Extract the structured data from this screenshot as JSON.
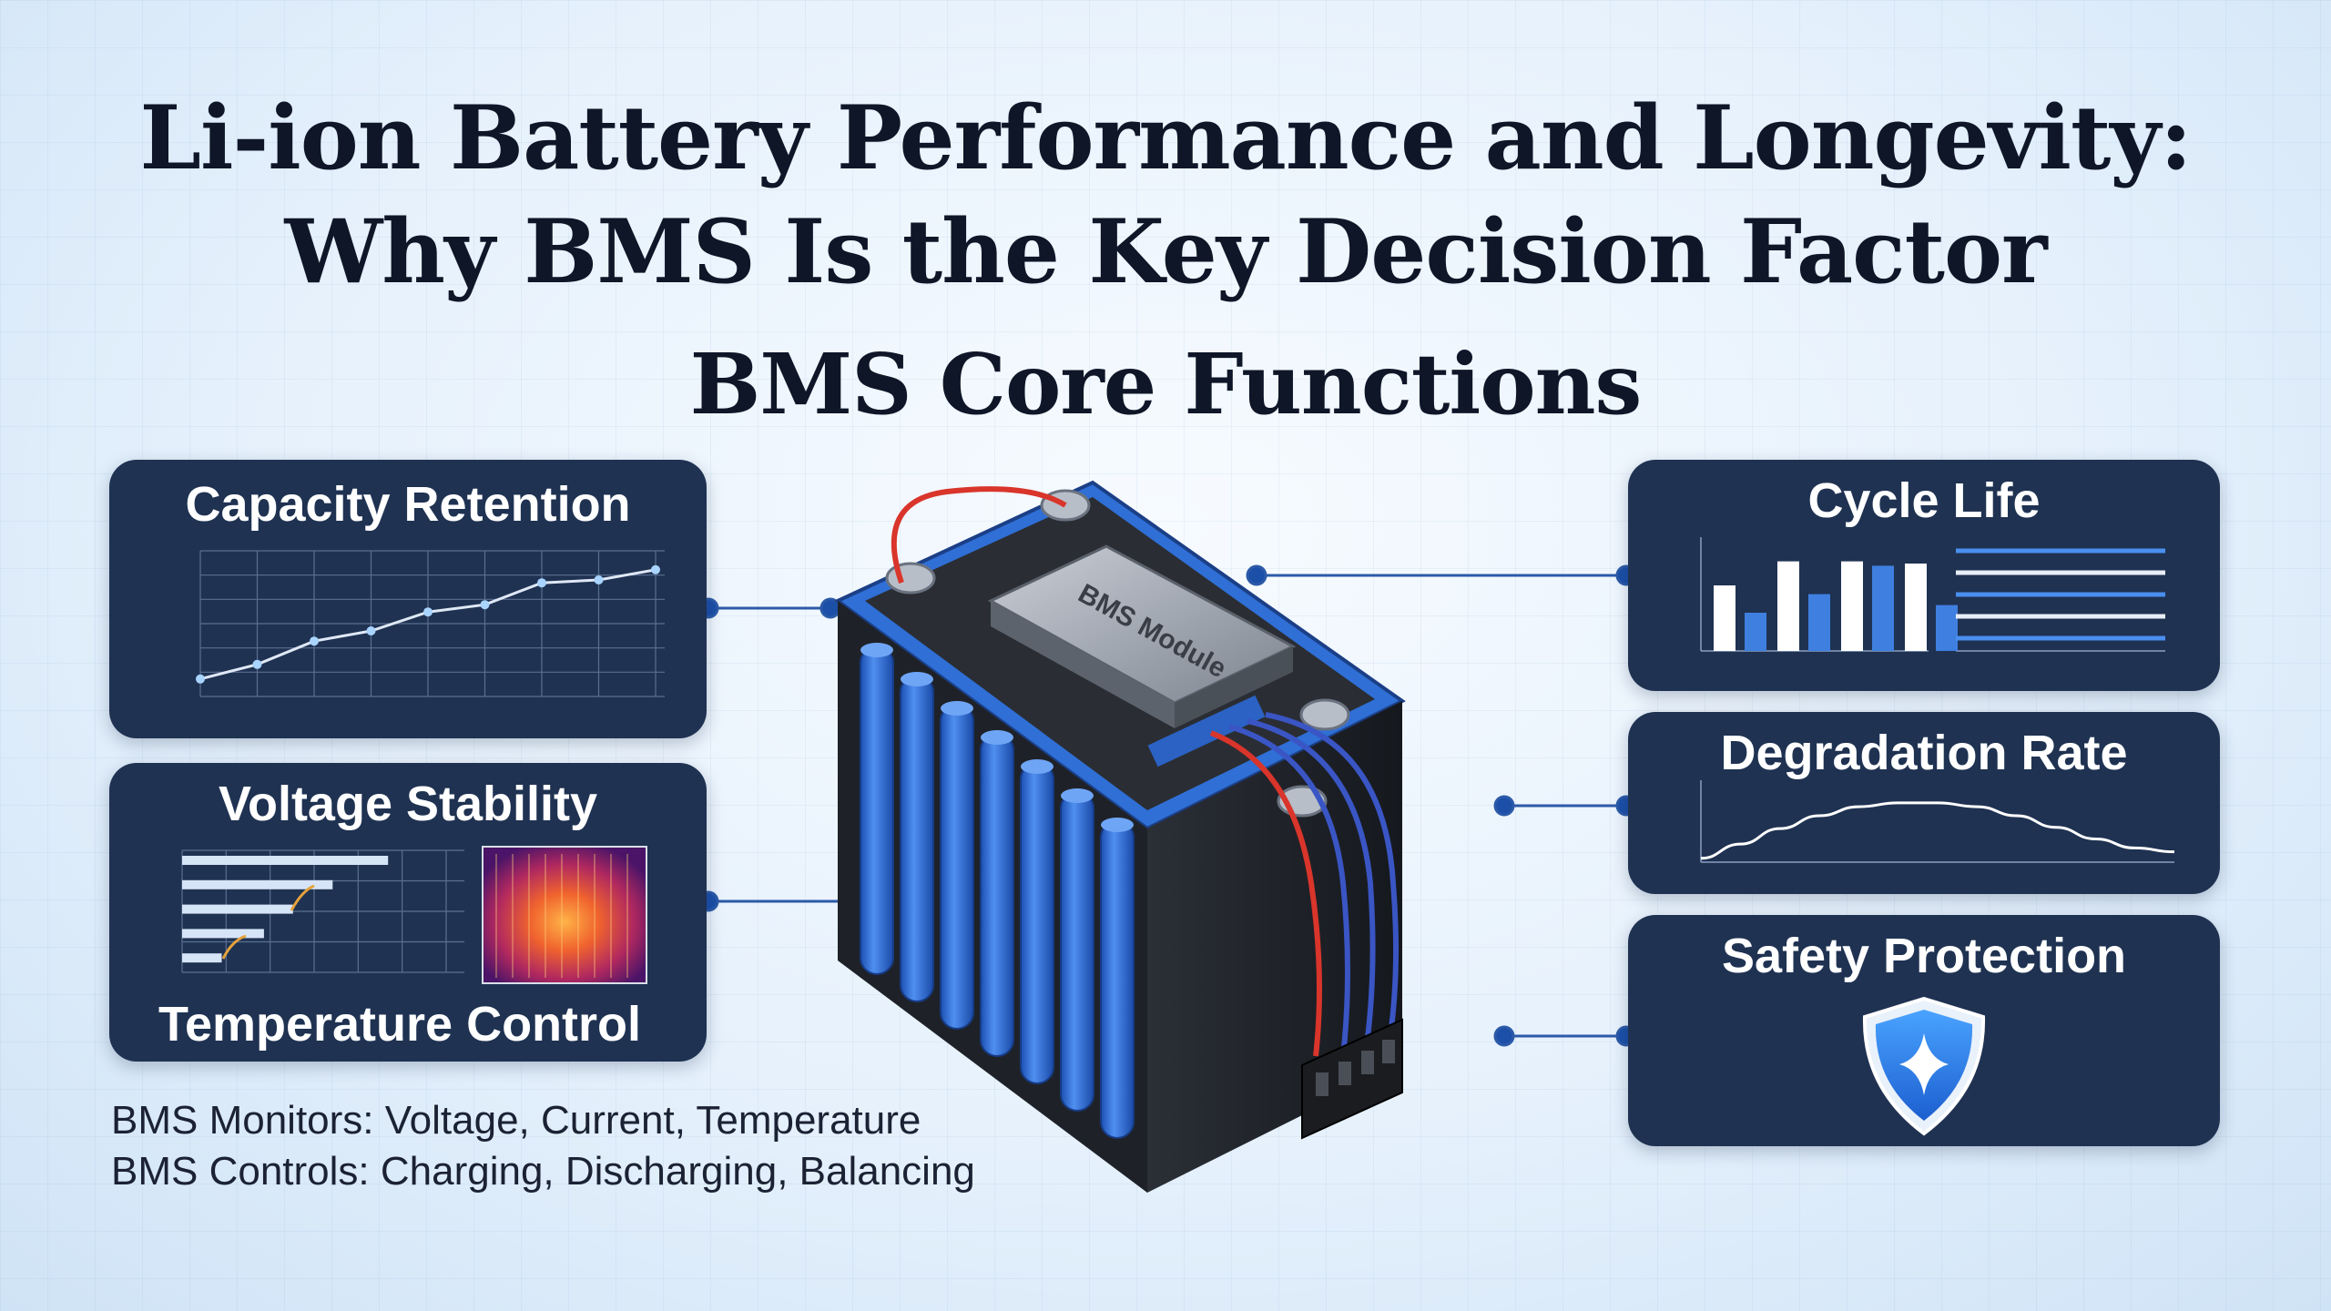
{
  "title": {
    "line1": "Li-ion Battery Performance and Longevity:",
    "line2": "Why BMS Is the Key Decision Factor",
    "subtitle": "BMS Core Functions"
  },
  "panels": {
    "capacity_retention": "Capacity Retention",
    "voltage_stability": "Voltage Stability",
    "temperature_control": "Temperature Control",
    "cycle_life": "Cycle Life",
    "degradation_rate": "Degradation Rate",
    "safety_protection": "Safety Protection"
  },
  "battery": {
    "module_label": "BMS Module"
  },
  "notes": {
    "monitors": "BMS Monitors: Voltage, Current, Temperature",
    "controls": "BMS Controls: Charging, Discharging, Balancing"
  },
  "icons": {
    "safety": "shield-star-icon"
  },
  "colors": {
    "panel_bg": "#1f3252",
    "accent_blue": "#2f7de0",
    "cell_blue": "#2e6fd9",
    "title_text": "#0e1628"
  },
  "chart_data": [
    {
      "type": "line",
      "panel": "Capacity Retention",
      "x": [
        1,
        2,
        3,
        4,
        5,
        6,
        7,
        8,
        9
      ],
      "y": [
        12,
        22,
        38,
        45,
        58,
        63,
        78,
        80,
        87
      ],
      "ylim": [
        0,
        100
      ]
    },
    {
      "type": "bar",
      "panel": "Voltage Stability",
      "values": [
        78,
        57,
        42,
        31,
        15
      ],
      "ylim": [
        0,
        100
      ]
    },
    {
      "type": "bar",
      "panel": "Cycle Life",
      "series": [
        {
          "values": [
            60,
            82,
            82,
            80
          ]
        },
        {
          "values": [
            35,
            52,
            78,
            42
          ]
        }
      ],
      "ylim": [
        0,
        100
      ]
    },
    {
      "type": "line",
      "panel": "Degradation Rate",
      "x": [
        0,
        1,
        2,
        3,
        4,
        5,
        6,
        7,
        8,
        9,
        10,
        11,
        12
      ],
      "y": [
        3,
        14,
        26,
        36,
        43,
        46,
        46,
        43,
        36,
        27,
        18,
        11,
        8
      ],
      "ylim": [
        0,
        60
      ]
    }
  ]
}
